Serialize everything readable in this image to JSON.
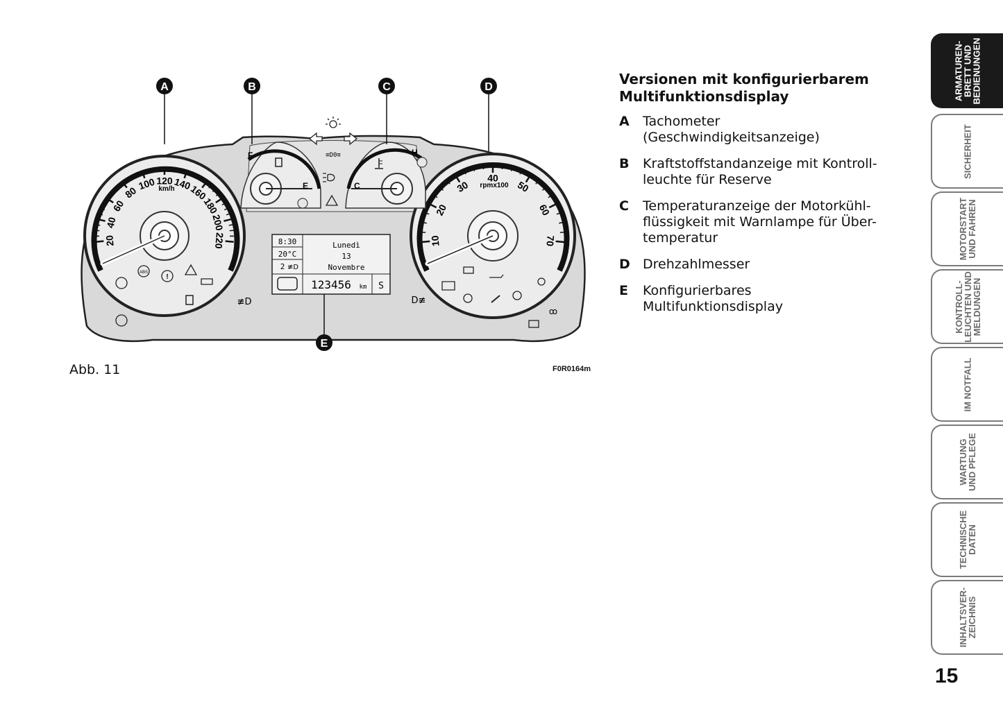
{
  "figure": {
    "caption": "Abb. 11",
    "code": "F0R0164m",
    "callouts": [
      "A",
      "B",
      "C",
      "D",
      "E"
    ],
    "speedometer": {
      "unit": "km/h",
      "ticks": [
        "20",
        "40",
        "60",
        "80",
        "100",
        "120",
        "140",
        "160",
        "180",
        "200",
        "220"
      ]
    },
    "tachometer": {
      "unit": "rpmx100",
      "ticks": [
        "10",
        "20",
        "30",
        "40",
        "50",
        "60",
        "70"
      ]
    },
    "fuel_gauge": {
      "full": "F",
      "empty": "E"
    },
    "temp_gauge": {
      "cold": "C",
      "hot": "H"
    },
    "display": {
      "time": "8:30",
      "temperature": "20°C",
      "headlight_level": "2",
      "day": "Lunedì",
      "date": "13",
      "month": "Novembre",
      "odometer": "123456",
      "odometer_unit": "km",
      "mode": "S"
    },
    "icons": [
      "abs-icon",
      "brake-icon",
      "esp-icon",
      "washer-icon",
      "fuel-reserve-icon",
      "fog-light-icon",
      "tire-pressure-icon",
      "turn-left-icon",
      "turn-right-icon",
      "light-icon",
      "parking-light-icon",
      "high-beam-icon",
      "hazard-icon",
      "rear-fog-icon",
      "battery-icon",
      "oil-icon",
      "engine-icon",
      "seatbelt-icon",
      "airbag-icon",
      "glow-plug-icon",
      "door-icon"
    ]
  },
  "legend": {
    "title_line1": "Versionen mit konfigurierbarem",
    "title_line2": "Multifunktionsdisplay",
    "items": [
      {
        "key": "A",
        "text": "Tachometer (Geschwindigkeitsanzeige)"
      },
      {
        "key": "B",
        "text": "Kraftstoffstandanzeige mit Kontroll-leuchte für Reserve"
      },
      {
        "key": "C",
        "text": "Temperaturanzeige der Motorkühl-flüssigkeit mit Warnlampe für Über-temperatur"
      },
      {
        "key": "D",
        "text": "Drehzahlmesser"
      },
      {
        "key": "E",
        "text": "Konfigurierbares Multifunktionsdisplay"
      }
    ]
  },
  "tabs": [
    {
      "label": "ARMATUREN-\nBRETT UND\nBEDIENUNGEN",
      "active": true
    },
    {
      "label": "SICHERHEIT",
      "active": false
    },
    {
      "label": "MOTORSTART\nUND FAHREN",
      "active": false
    },
    {
      "label": "KONTROLL-\nLEUCHTEN UND\nMELDUNGEN",
      "active": false
    },
    {
      "label": "IM NOTFALL",
      "active": false
    },
    {
      "label": "WARTUNG\nUND PFLEGE",
      "active": false
    },
    {
      "label": "TECHNISCHE\nDATEN",
      "active": false
    },
    {
      "label": "INHALTSVER-\nZEICHNIS",
      "active": false
    }
  ],
  "page_number": "15"
}
